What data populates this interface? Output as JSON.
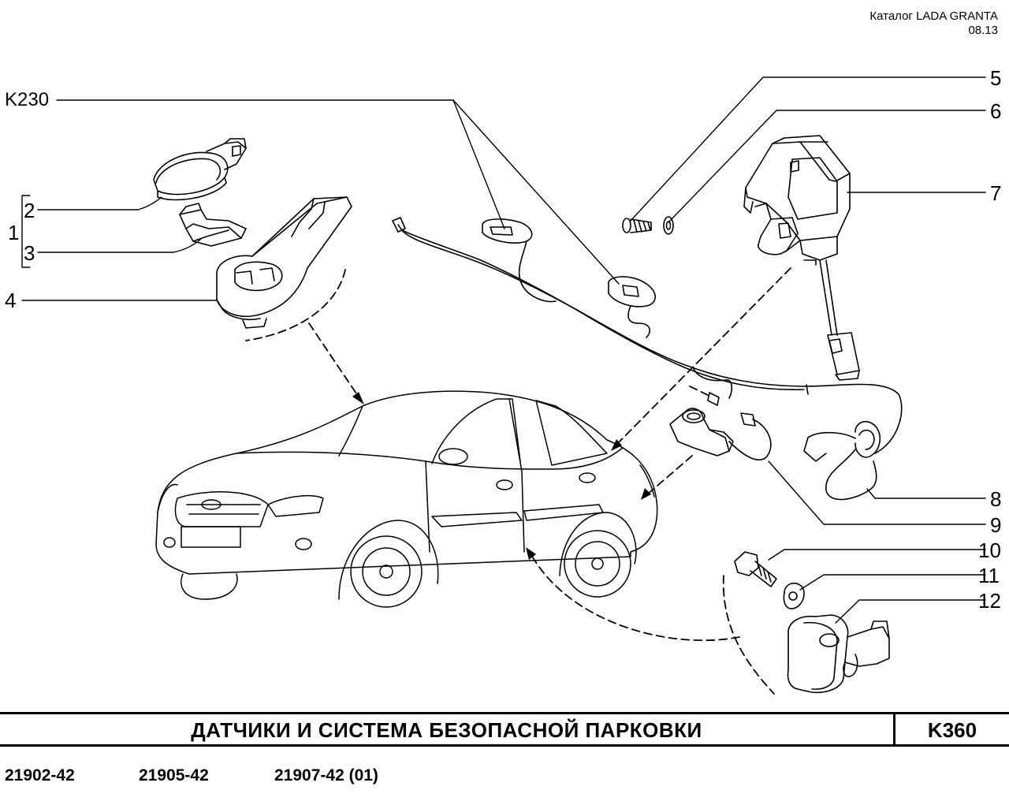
{
  "header": {
    "catalog": "Каталог LADA GRANTA",
    "date": "08.13"
  },
  "callouts": {
    "k230": "K230",
    "n1": "1",
    "n2": "2",
    "n3": "3",
    "n4": "4",
    "n5": "5",
    "n6": "6",
    "n7": "7",
    "n8": "8",
    "n9": "9",
    "n10": "10",
    "n11": "11",
    "n12": "12"
  },
  "footer": {
    "title": "ДАТЧИКИ И СИСТЕМА БЕЗОПАСНОЙ ПАРКОВКИ",
    "code": "K360",
    "models": [
      "21902-42",
      "21905-42",
      "21907-42 (01)"
    ]
  }
}
